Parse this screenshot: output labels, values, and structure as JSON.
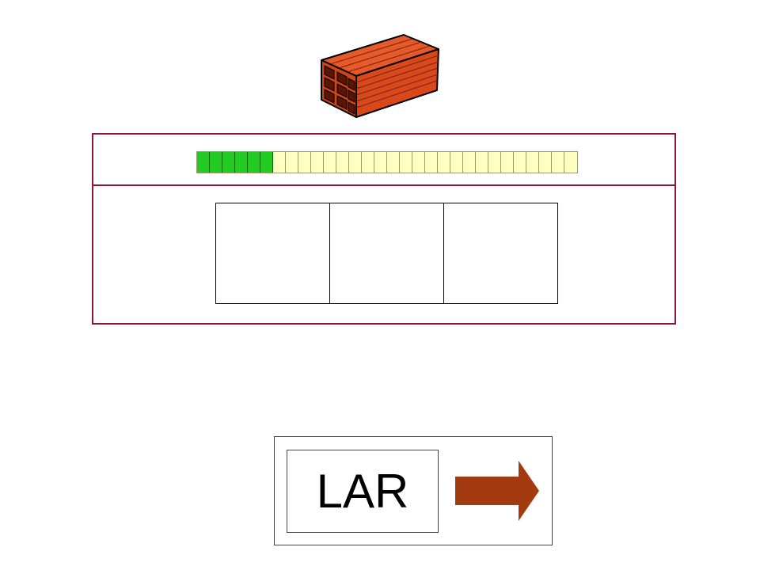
{
  "header": {
    "image": {
      "icon": "brick-icon",
      "color": "#e0441a"
    }
  },
  "progress": {
    "total_segments": 30,
    "completed_segments": 6,
    "done_color": "#22cc22",
    "todo_color": "#ffffc0"
  },
  "slots": {
    "count": 3,
    "values": [
      "",
      "",
      ""
    ]
  },
  "answer": {
    "word": "LAR",
    "next_icon": "arrow-right-icon",
    "arrow_color": "#a43a10"
  },
  "colors": {
    "panel_border": "#8b1a3a"
  }
}
